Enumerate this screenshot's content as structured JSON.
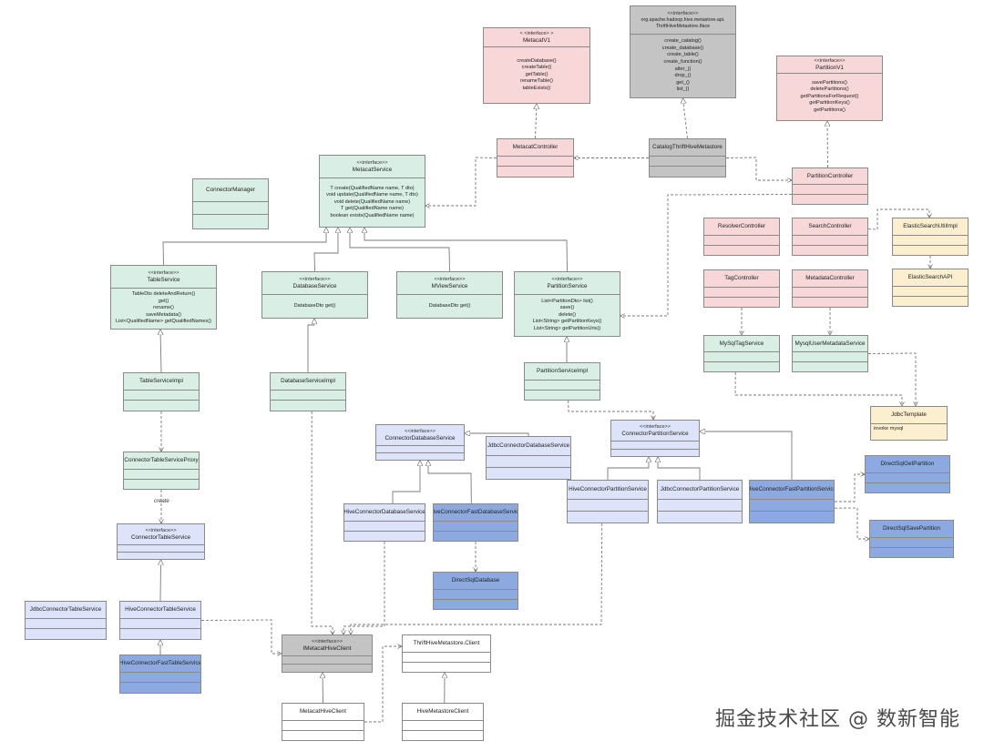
{
  "colors": {
    "pink": "#f8d7d8",
    "green": "#d9efe6",
    "lightblue": "#dde4fa",
    "blue": "#8caae0",
    "gray": "#c4c4c4",
    "yellow": "#fcefcf",
    "white": "#ffffff"
  },
  "diagram": {
    "title": "",
    "stereotype_label": "<<interface>>",
    "edge_labels": {
      "create": "create"
    }
  },
  "classes": {
    "MetacatV1": {
      "name": "MetacatV1",
      "stereotype": "< <interface> >",
      "color": "pink",
      "methods": [
        "createDatabase()",
        "createTable()",
        "getTable()",
        "renameTable()",
        "tableExists()"
      ]
    },
    "ThriftHiveMetastoreIface": {
      "name": "org.apache.hadoop.hive.metastore.api. ThriftHiveMetastore.Iface",
      "stereotype": "<<interface>>",
      "color": "gray",
      "methods": [
        "create_catalog()",
        "create_database()",
        "create_table()",
        "create_function()",
        "alter_()",
        "drop_()",
        "get_()",
        "list_()"
      ]
    },
    "PartitionV1": {
      "name": "PartitionV1",
      "stereotype": "<<interface>>",
      "color": "pink",
      "methods": [
        "savePartitions()",
        "deletePartitions()",
        "getPartitionsForRequest()",
        "getPartitionKeys()",
        "getPartitions()"
      ]
    },
    "MetacatController": {
      "name": "MetacatController",
      "color": "pink"
    },
    "CatalogThriftHiveMetastore": {
      "name": "CatalogThriftHiveMetastore",
      "color": "gray"
    },
    "PartitionController": {
      "name": "PartitionController",
      "color": "pink"
    },
    "MetacatService": {
      "name": "MetacatService",
      "stereotype": "<<interface>>",
      "color": "green",
      "methods": [
        "T create(QualifiedName name, T dto)",
        "void update(QualifiedName name, T dto)",
        "void delete(QualifiedName name)",
        "T get(QualifiedName name)",
        "boolean exists(QualifiedName name)"
      ]
    },
    "ConnectorManager": {
      "name": "ConnectorManager",
      "color": "green"
    },
    "TableService": {
      "name": "TableService",
      "stereotype": "<<interface>>",
      "color": "green",
      "methods": [
        "TableDto deleteAndReturn()",
        "get()",
        "rename()",
        "saveMetadata()",
        "List<QualifiedName> getQualifiedNames()"
      ]
    },
    "DatabaseService": {
      "name": "DatabaseService",
      "stereotype": "<<interface>>",
      "color": "green",
      "methods": [
        "DatabaseDto get()"
      ]
    },
    "MViewService": {
      "name": "MViewService",
      "stereotype": "<<interface>>",
      "color": "green",
      "methods": [
        "DatabaseDto get()"
      ]
    },
    "PartitionService": {
      "name": "PartitionService",
      "stereotype": "<<interface>>",
      "color": "green",
      "methods": [
        "List<PartitionDto> list()",
        "save()",
        "delete()",
        "List<String> getPartitionKeys()",
        "List<String> getPartitionUris()"
      ]
    },
    "ResolverController": {
      "name": "ResolverController",
      "color": "pink"
    },
    "SearchController": {
      "name": "SearchController",
      "color": "pink"
    },
    "ElasticSearchUtilImpl": {
      "name": "ElasticSearchUtilImpl",
      "color": "yellow"
    },
    "ElasticSearchAPI": {
      "name": "ElasticSearchAPI",
      "color": "yellow"
    },
    "TagController": {
      "name": "TagController",
      "color": "pink"
    },
    "MetadataController": {
      "name": "MetadataController",
      "color": "pink"
    },
    "MySqlTagService": {
      "name": "MySqlTagService",
      "color": "green"
    },
    "MysqlUserMetadataService": {
      "name": "MysqlUserMetadataService",
      "color": "green"
    },
    "TableServiceImpl": {
      "name": "TableServiceImpl",
      "color": "green"
    },
    "DatabaseServiceImpl": {
      "name": "DatabaseServiceImpl",
      "color": "green"
    },
    "PartitionServiceImpl": {
      "name": "PartitionServiceImpl",
      "color": "green"
    },
    "JdbcTemplate": {
      "name": "JdbcTemplate",
      "color": "yellow",
      "methods": [
        "invoke mysql"
      ]
    },
    "ConnectorDatabaseService": {
      "name": "ConnectorDatabaseService",
      "stereotype": "<<interface>>",
      "color": "lightblue"
    },
    "JdbcConnectorDatabaseService": {
      "name": "JdbcConnectorDatabaseService",
      "color": "lightblue"
    },
    "ConnectorPartitionService": {
      "name": "ConnectorPartitionService",
      "stereotype": "<<interface>>",
      "color": "lightblue"
    },
    "ConnectorTableServiceProxy": {
      "name": "ConnectorTableServiceProxy",
      "color": "green"
    },
    "DirectSqlGetPartition": {
      "name": "DirectSqlGetPartition",
      "color": "blue"
    },
    "HiveConnectorPartitionService": {
      "name": "HiveConnectorPartitionService",
      "color": "lightblue"
    },
    "JdbcConnectorPartitionService": {
      "name": "JdbcConnectorPartitionService",
      "color": "lightblue"
    },
    "HiveConnectorFastPartitionService": {
      "name": "HiveConnectorFastPartitionService",
      "color": "blue"
    },
    "HiveConnectorDatabaseService": {
      "name": "HiveConnectorDatabaseService",
      "color": "lightblue"
    },
    "HiveConnectorFastDatabaseService": {
      "name": "HiveConnectorFastDatabaseService",
      "color": "blue"
    },
    "DirectSqlSavePartition": {
      "name": "DirectSqlSavePartition",
      "color": "blue"
    },
    "ConnectorTableService": {
      "name": "ConnectorTableService",
      "stereotype": "<<interface>>",
      "color": "lightblue"
    },
    "DirectSqlDatabase": {
      "name": "DirectSqlDatabase",
      "color": "blue"
    },
    "JdbcConnectorTableService": {
      "name": "JdbcConnectorTableService",
      "color": "lightblue"
    },
    "HiveConnectorTableService": {
      "name": "HiveConnectorTableService",
      "color": "lightblue"
    },
    "IMetacatHiveClient": {
      "name": "IMetacatHiveClient",
      "stereotype": "<<interface>>",
      "color": "gray"
    },
    "ThriftHiveMetastoreClient": {
      "name": "ThriftHiveMetastore.Client",
      "color": "white"
    },
    "HiveConnectorFastTableService": {
      "name": "HiveConnectorFastTableService",
      "color": "blue"
    },
    "MetacatHiveClient": {
      "name": "MetacatHiveClient",
      "color": "white"
    },
    "HiveMetastoreClient": {
      "name": "HiveMetastoreClient",
      "color": "white"
    }
  },
  "watermark": {
    "text": "掘金技术社区 @ 数新智能"
  }
}
